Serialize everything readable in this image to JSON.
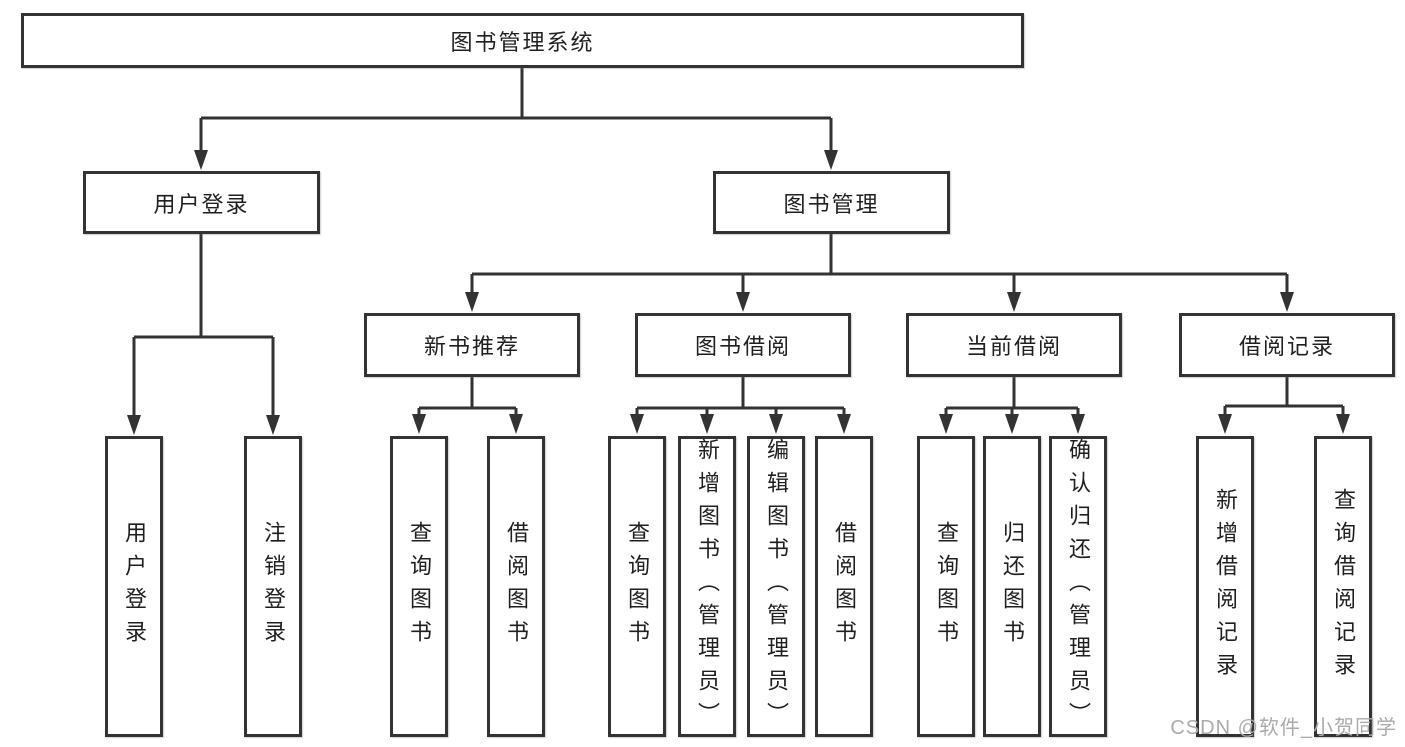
{
  "diagram": {
    "title": "图书管理系统",
    "root": {
      "label": "图书管理系统"
    },
    "level2": [
      {
        "label": "用户登录"
      },
      {
        "label": "图书管理"
      }
    ],
    "level3": [
      {
        "label": "新书推荐"
      },
      {
        "label": "图书借阅"
      },
      {
        "label": "当前借阅"
      },
      {
        "label": "借阅记录"
      }
    ],
    "leaves": {
      "user_login": [
        "用户登录",
        "注销登录"
      ],
      "new_book_recommend": [
        "查询图书",
        "借阅图书"
      ],
      "book_borrow": [
        "查询图书",
        "新增图书（管理员）",
        "编辑图书（管理员）",
        "借阅图书"
      ],
      "current_borrow": [
        "查询图书",
        "归还图书",
        "确认归还（管理员）"
      ],
      "borrow_record": [
        "新增借阅记录",
        "查询借阅记录"
      ]
    },
    "watermark": "CSDN @软件_小贺同学",
    "colors": {
      "line": "#333333",
      "text": "#1f1f1f",
      "watermark": "#ababab",
      "background": "#ffffff"
    }
  }
}
